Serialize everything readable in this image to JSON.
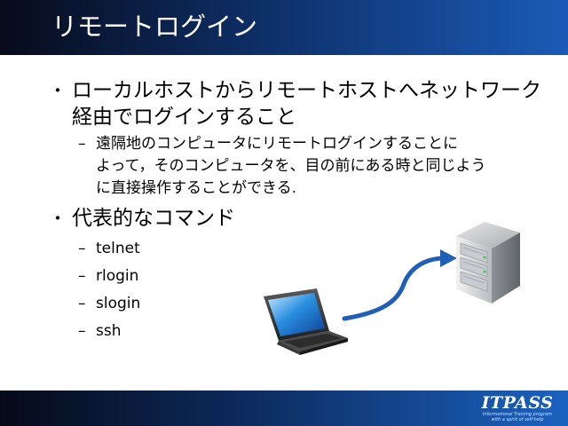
{
  "slide": {
    "title": "リモートログイン",
    "bullets": [
      {
        "marker": "・",
        "lines": [
          "ローカルホストからリモートホストへネットワーク",
          "経由でログインすること"
        ],
        "sub": [
          {
            "marker": "–",
            "lines": [
              "遠隔地のコンピュータにリモートログインすることに",
              "よって，そのコンピュータを、目の前にある時と同じよう",
              "に直接操作することができる."
            ]
          }
        ]
      },
      {
        "marker": "・",
        "lines": [
          "代表的なコマンド"
        ],
        "sub": [
          {
            "marker": "–",
            "lines": [
              "telnet"
            ]
          },
          {
            "marker": "–",
            "lines": [
              "rlogin"
            ]
          },
          {
            "marker": "–",
            "lines": [
              "slogin"
            ]
          },
          {
            "marker": "–",
            "lines": [
              "ssh"
            ]
          }
        ]
      }
    ]
  },
  "footer": {
    "logo_text": "ITPASS",
    "logo_subtext_line1": "Informational Training program",
    "logo_subtext_line2": "with a spirit of self-help"
  },
  "colors": {
    "title_bar_dark": "#070b1a",
    "title_bar_light": "#1a5bb7",
    "arrow_blue": "#1f5fb8",
    "text": "#000000"
  },
  "icons": {
    "client": "laptop-icon",
    "server": "server-icon",
    "connection": "curved-arrow-icon"
  }
}
